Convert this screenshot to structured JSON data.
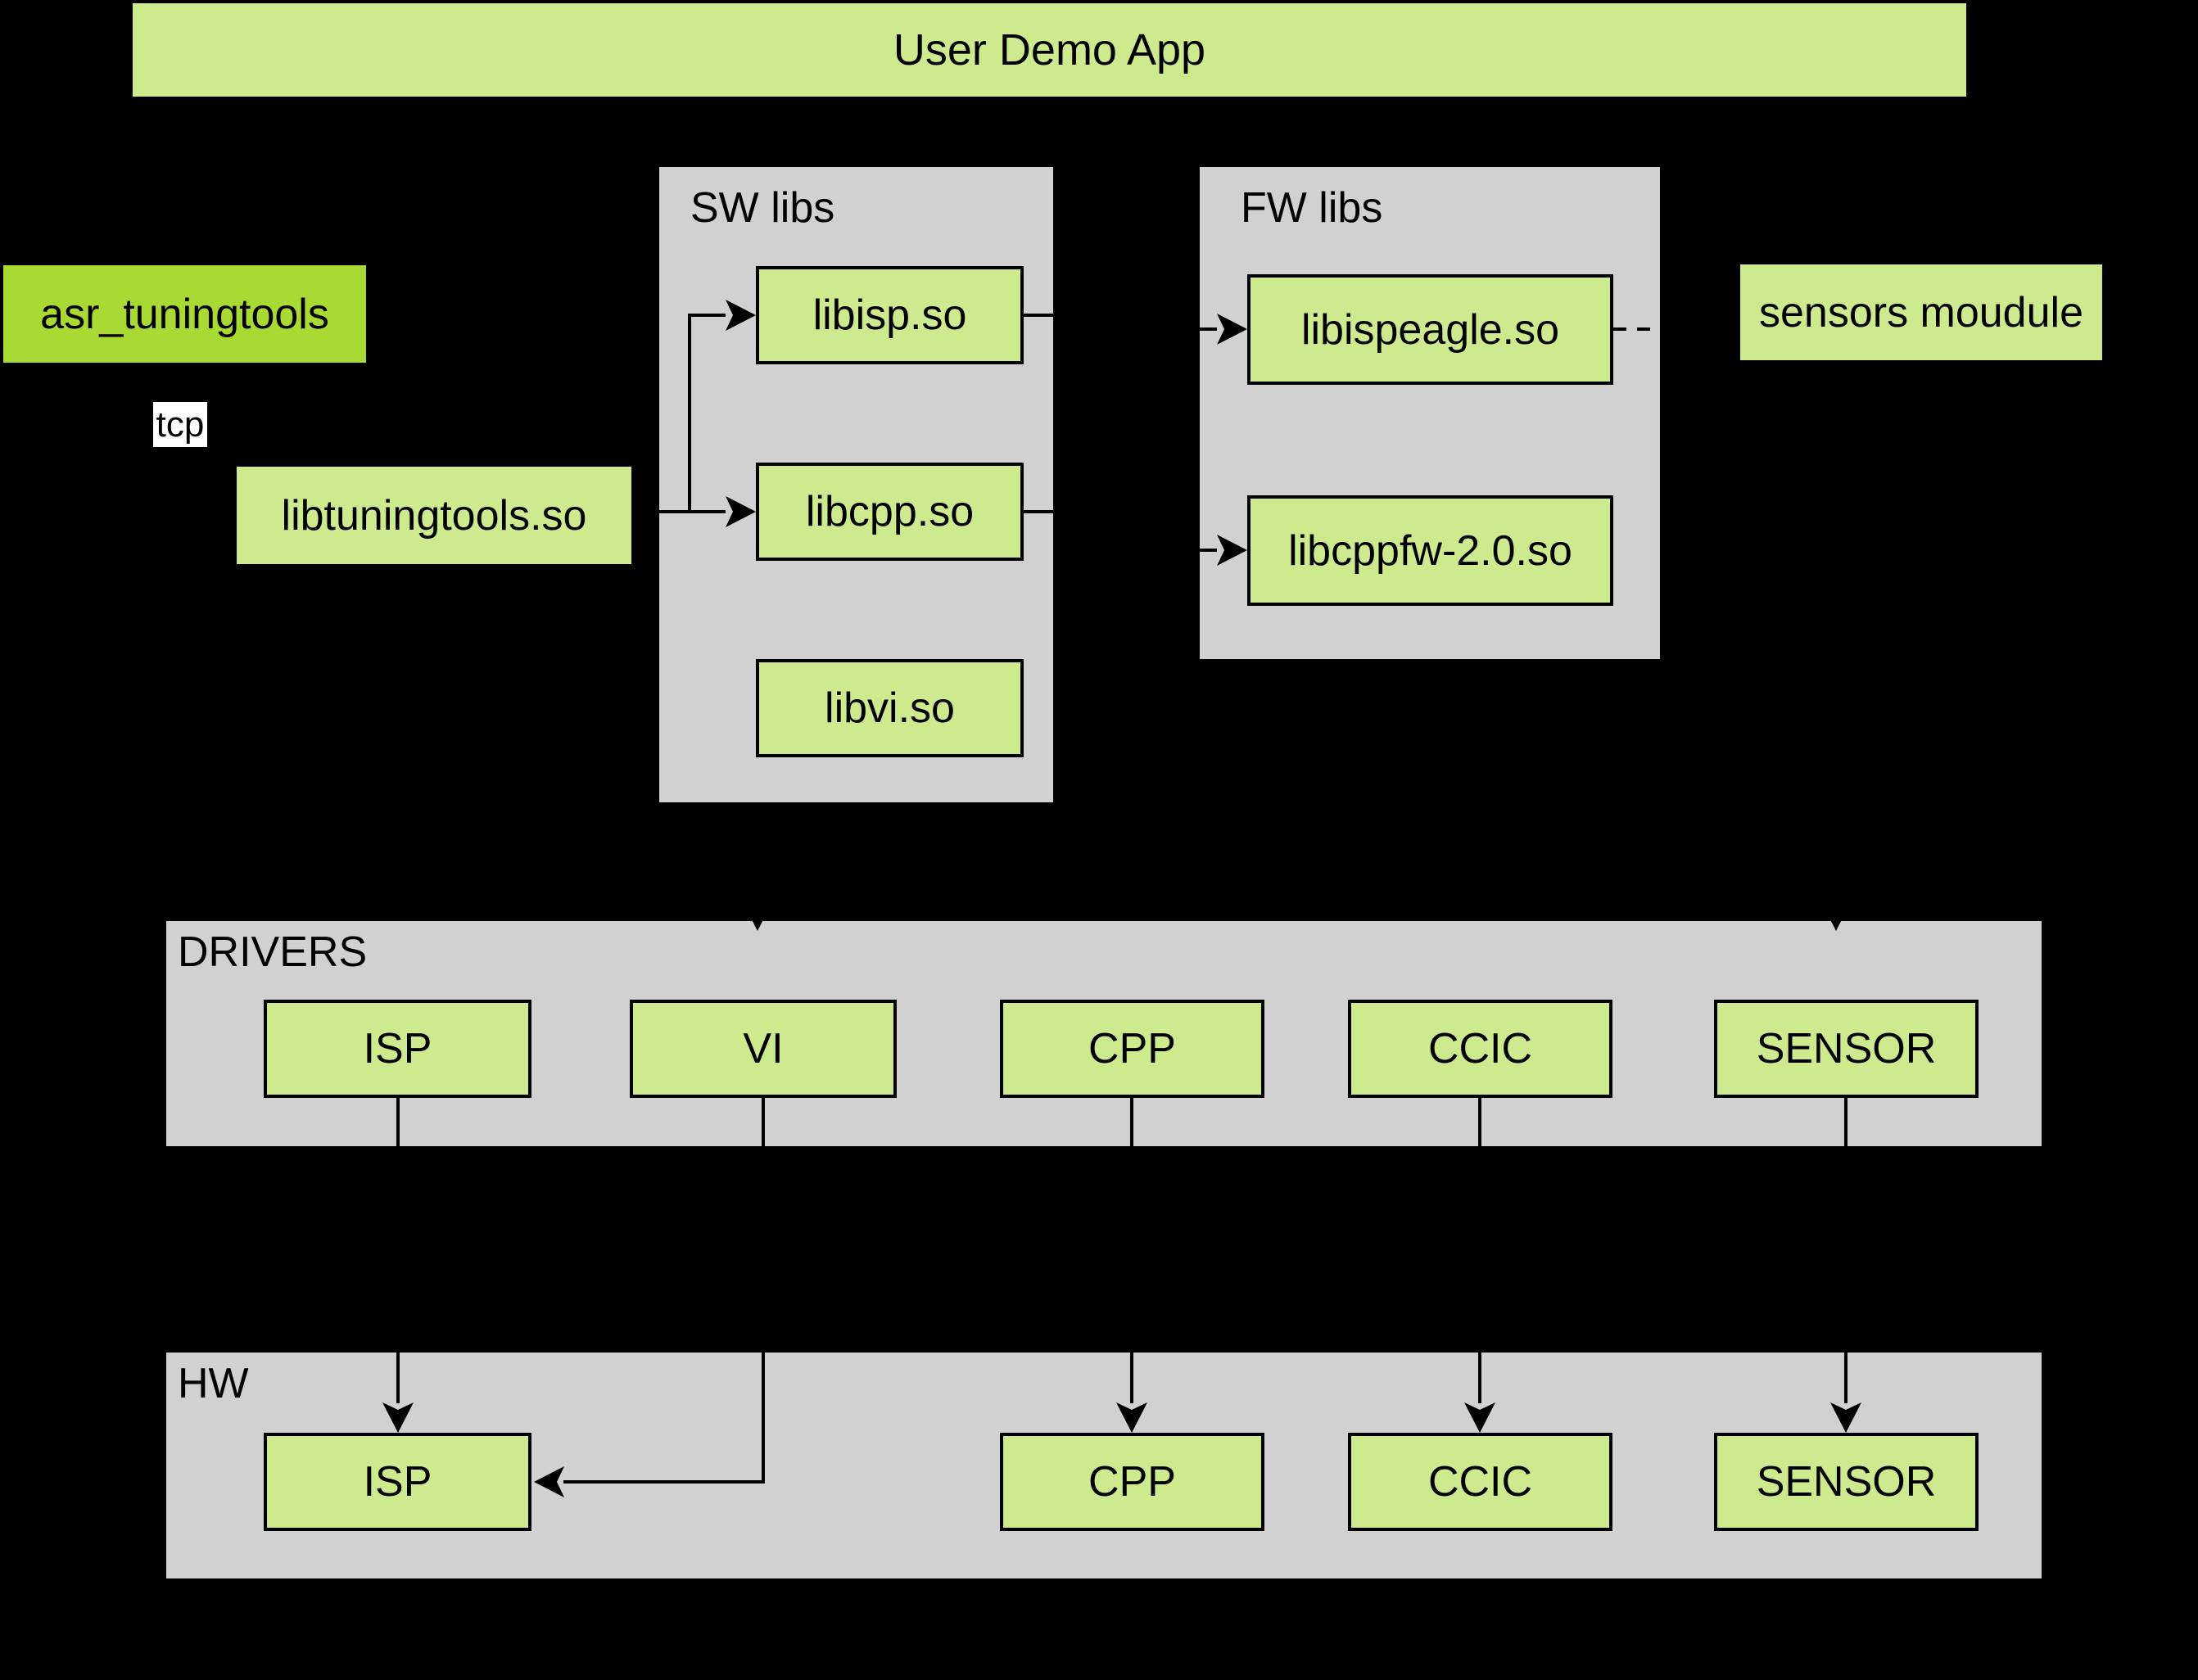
{
  "diagram": {
    "background": "#000000",
    "colors": {
      "node_green": "#cdea8f",
      "bright_green": "#a9da33",
      "container_gray": "#d1d1d1",
      "line_black": "#000000",
      "edge_label_bg": "#ffffff"
    },
    "top_bar": {
      "label": "User Demo App"
    },
    "standalone_nodes": {
      "asr_tuningtools": "asr_tuningtools",
      "libtuningtools": "libtuningtools.so",
      "sensors_module": "sensors moudule"
    },
    "edge_labels": {
      "tcp": "tcp"
    },
    "containers": {
      "sw_libs": {
        "label": "SW libs",
        "children": [
          "libisp.so",
          "libcpp.so",
          "libvi.so"
        ]
      },
      "fw_libs": {
        "label": "FW libs",
        "children": [
          "libispeagle.so",
          "libcppfw-2.0.so"
        ]
      },
      "drivers": {
        "label": "DRIVERS",
        "children": [
          "ISP",
          "VI",
          "CPP",
          "CCIC",
          "SENSOR"
        ]
      },
      "hw": {
        "label": "HW",
        "children": [
          "ISP",
          "CPP",
          "CCIC",
          "SENSOR"
        ]
      }
    },
    "edges": [
      {
        "name": "asr-to-libtuningtools",
        "style": "solid",
        "label": "tcp"
      },
      {
        "name": "libtuningtools-to-libisp",
        "style": "solid-arrow"
      },
      {
        "name": "libtuningtools-to-libcpp",
        "style": "solid-arrow"
      },
      {
        "name": "libisp-to-libispeagle",
        "style": "solid-arrow"
      },
      {
        "name": "libcpp-to-libcppfw",
        "style": "solid-arrow"
      },
      {
        "name": "libispeagle-to-sensors-module",
        "style": "dashed"
      },
      {
        "name": "sw-libs-to-drivers",
        "style": "solid-arrow"
      },
      {
        "name": "sensors-module-to-drivers",
        "style": "solid-arrow"
      },
      {
        "name": "isp-driver-to-isp-hw",
        "style": "solid-arrow"
      },
      {
        "name": "vi-driver-to-isp-hw",
        "style": "solid-arrow"
      },
      {
        "name": "cpp-driver-to-cpp-hw",
        "style": "solid-arrow"
      },
      {
        "name": "ccic-driver-to-ccic-hw",
        "style": "solid-arrow"
      },
      {
        "name": "sensor-driver-to-sensor-hw",
        "style": "solid-arrow"
      }
    ]
  }
}
